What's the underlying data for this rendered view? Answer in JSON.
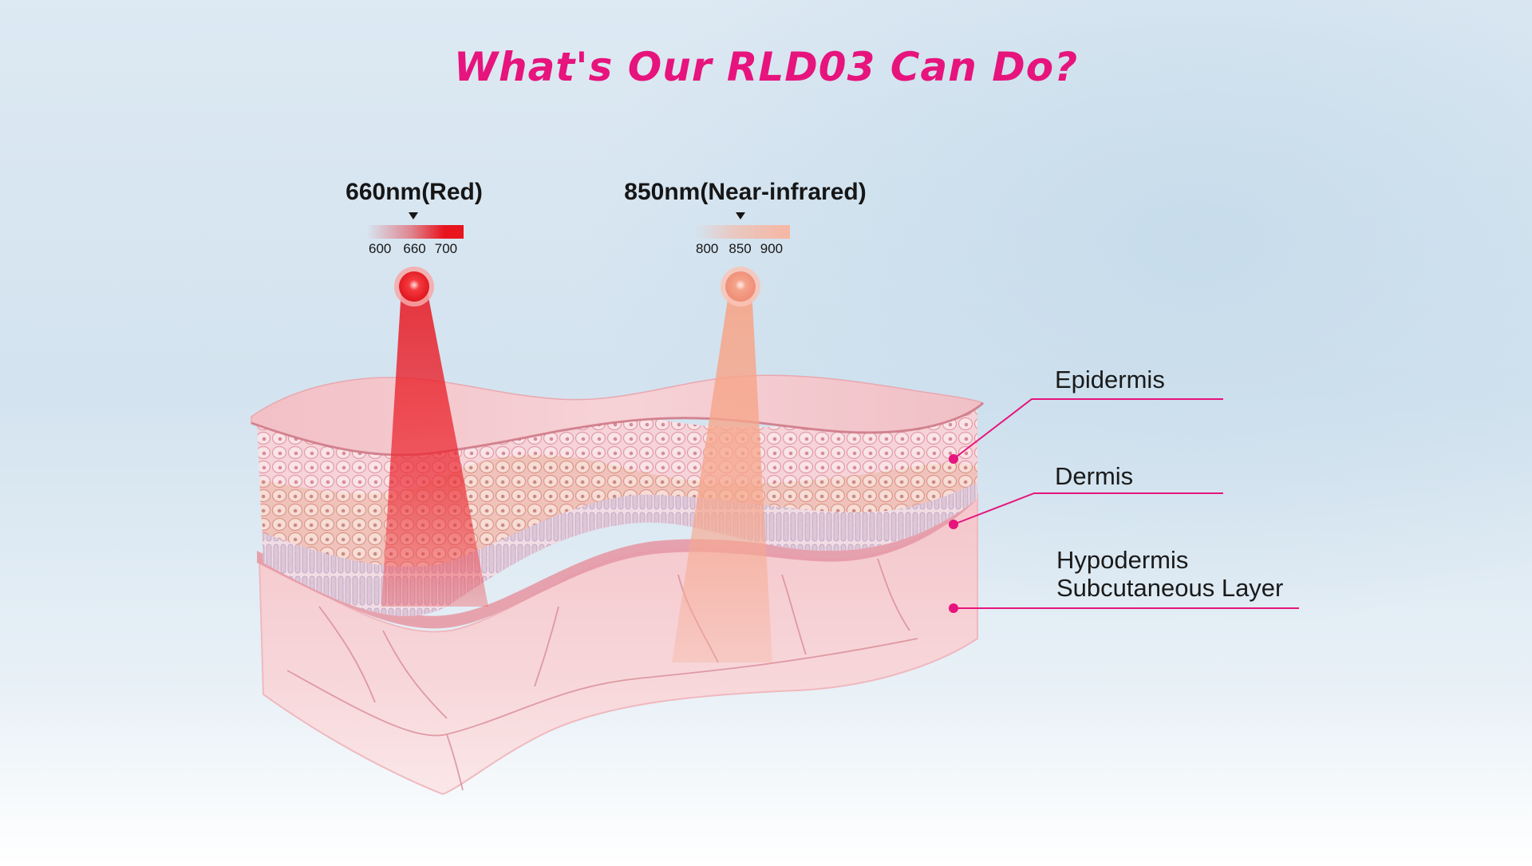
{
  "title": "What's Our RLD03 Can Do?",
  "wavelengths": [
    {
      "label": "660nm(Red)",
      "ticks": [
        "600",
        "660",
        "700"
      ],
      "color": "#e8141e"
    },
    {
      "label": "850nm(Near-infrared)",
      "ticks": [
        "800",
        "850",
        "900"
      ],
      "color": "#f7b6a3"
    }
  ],
  "layers": {
    "epidermis": "Epidermis",
    "dermis": "Dermis",
    "hypodermis_line1": "Hypodermis",
    "hypodermis_line2": "Subcutaneous Layer"
  },
  "colors": {
    "accent": "#e6147c",
    "skin": "#f3c3c8",
    "red_beam": "#e8141e",
    "nir_beam": "#f7a588"
  }
}
